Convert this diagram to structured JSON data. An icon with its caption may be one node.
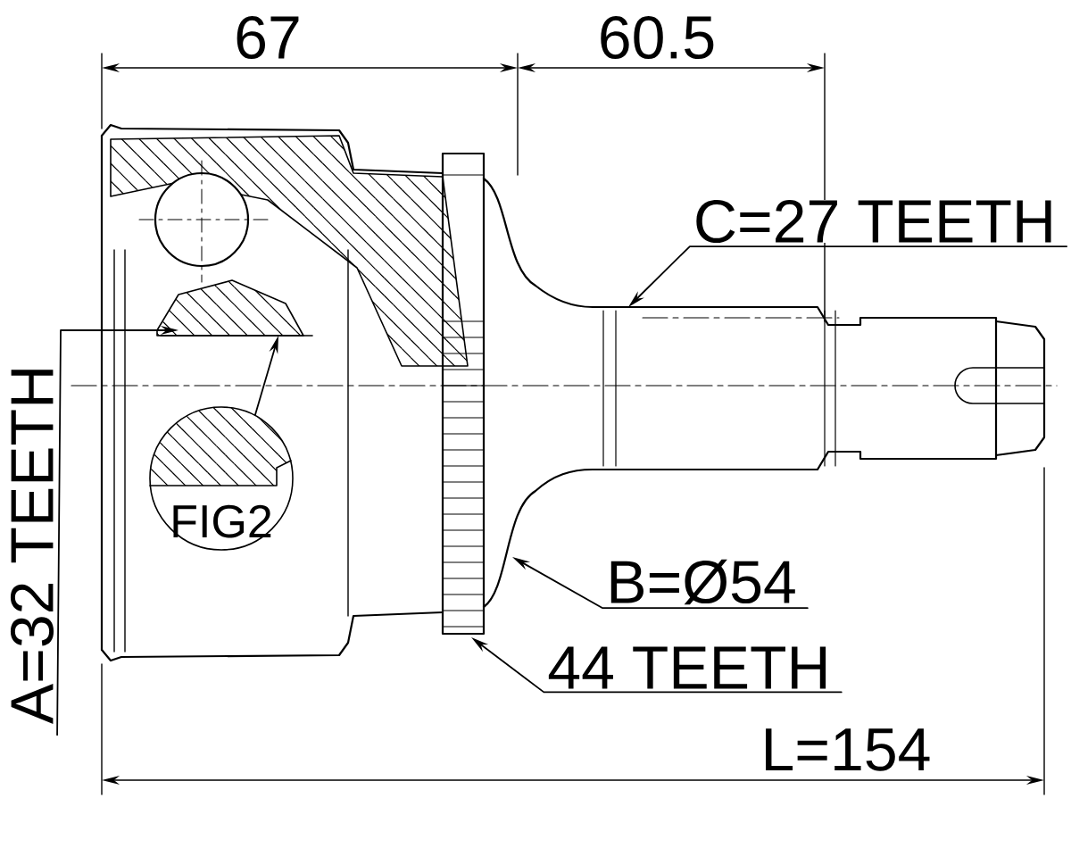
{
  "diagram": {
    "nodes": [
      {
        "text": [
          "C=27 TEETH"
        ]
      },
      {
        "text": [
          "A=32 TEETH"
        ]
      },
      {
        "text": [
          "FIG2"
        ]
      },
      {
        "text": [
          "B=Ø54"
        ]
      },
      {
        "text": [
          "44 TEETH"
        ]
      }
    ],
    "edges": [
      {
        "from": 0,
        "to": null,
        "arrow": "to"
      },
      {
        "from": 1,
        "to": null,
        "arrow": "to"
      },
      {
        "from": 2,
        "to": null,
        "arrow": "to"
      },
      {
        "from": 3,
        "to": null,
        "arrow": "to"
      },
      {
        "from": 4,
        "to": null,
        "arrow": "to"
      }
    ],
    "labels": [
      "67",
      "60.5",
      "L=154"
    ]
  }
}
